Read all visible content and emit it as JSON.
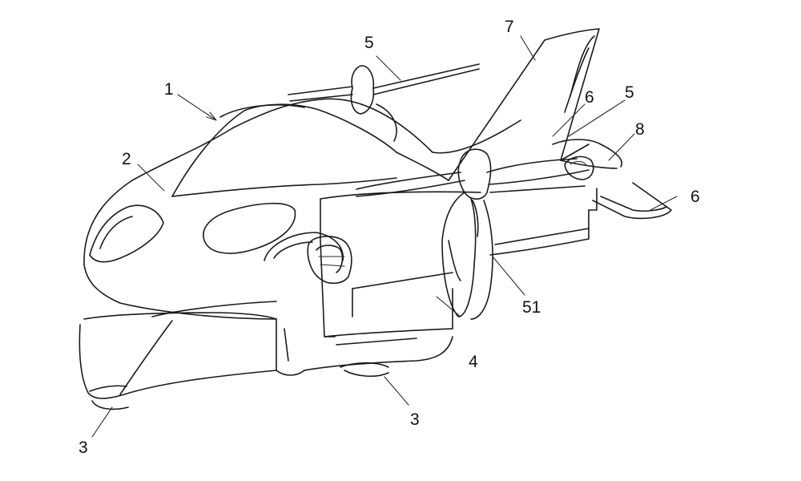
{
  "labels": {
    "l1": "1",
    "l2": "2",
    "l3a": "3",
    "l3b": "3",
    "l4": "4",
    "l5a": "5",
    "l5b": "5",
    "l6a": "6",
    "l6b": "6",
    "l7": "7",
    "l8": "8",
    "l51": "51"
  }
}
